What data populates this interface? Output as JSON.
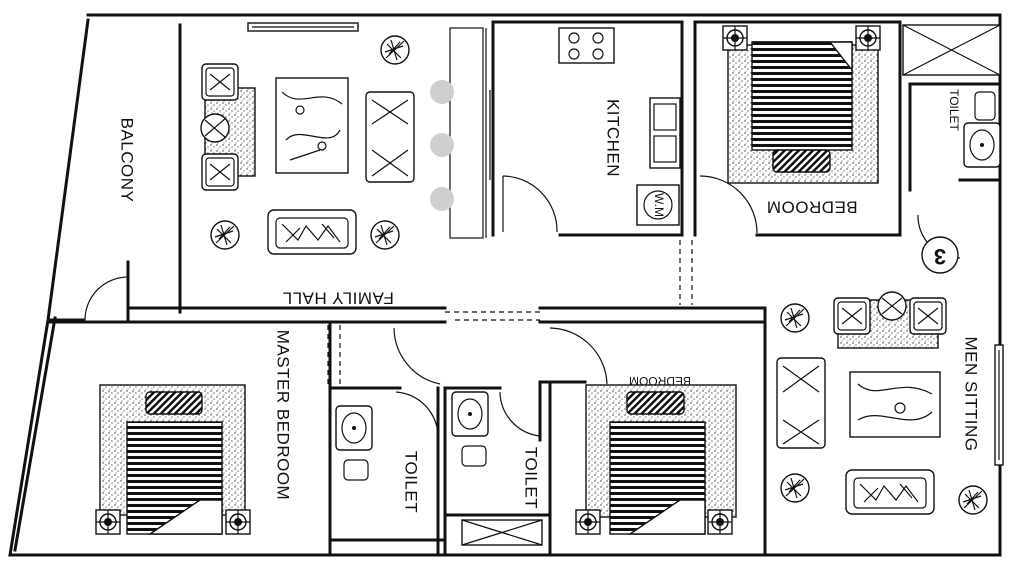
{
  "plan": {
    "rooms": {
      "balcony": "BALCONY",
      "family_hall": "FAMILY HALL",
      "kitchen": "KITCHEN",
      "bedroom_top": "BEDROOM",
      "toilet_top": "TOILET",
      "men_sitting": "MEN SITTING",
      "master_bedroom": "MASTER BEDROOM",
      "toilet_left": "TOILET",
      "toilet_mid": "TOILET",
      "bedroom_bottom": "BEDROOM"
    },
    "marker": "3",
    "appliance_label": "W.M",
    "colors": {
      "counter": "#f6f5a8",
      "stool": "#cfcfcf",
      "wall": "#111111"
    }
  }
}
